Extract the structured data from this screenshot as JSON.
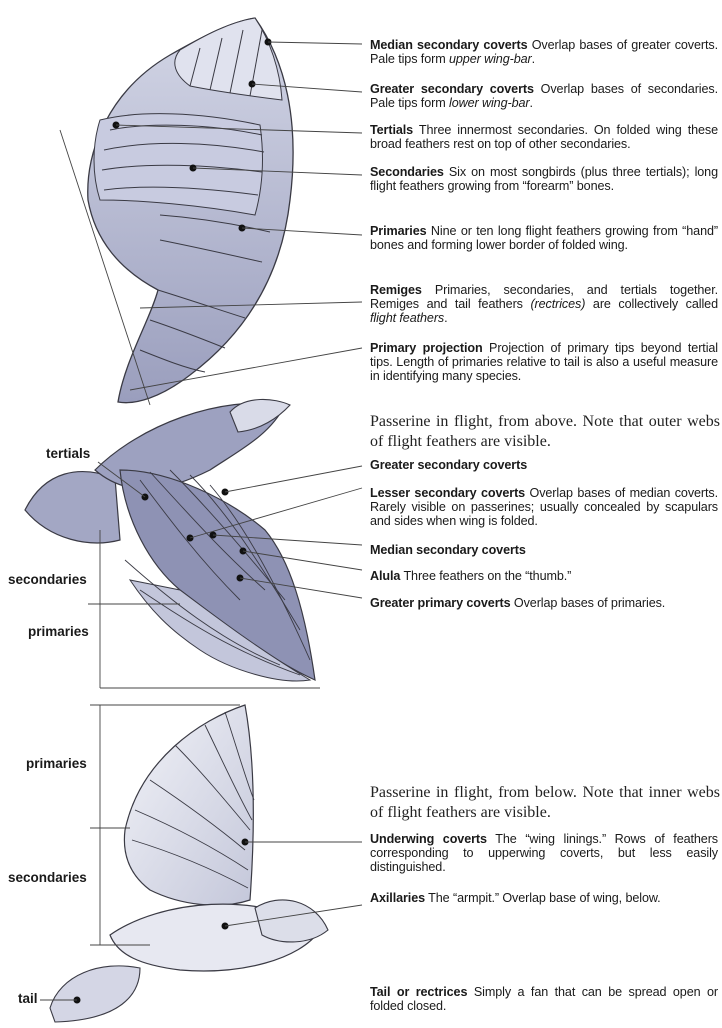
{
  "folded_wing": [
    {
      "name": "Median secondary coverts",
      "text": " Overlap bases of greater coverts. Pale tips form ",
      "em": "upper wing-bar",
      "tail": "."
    },
    {
      "name": "Greater secondary coverts",
      "text": " Overlap bases of secondaries. Pale tips form ",
      "em": "lower wing-bar",
      "tail": "."
    },
    {
      "name": "Tertials",
      "text": " Three innermost secondaries. On folded wing these broad feathers rest on top of other secondaries.",
      "em": "",
      "tail": ""
    },
    {
      "name": "Secondaries",
      "text": " Six on most songbirds (plus three tertials); long flight feathers growing from “forearm” bones.",
      "em": "",
      "tail": ""
    },
    {
      "name": "Primaries",
      "text": " Nine or ten long flight feathers growing from “hand” bones and forming lower border of folded wing.",
      "em": "",
      "tail": ""
    },
    {
      "name": "Remiges",
      "text": " Primaries, secondaries, and tertials together. Remiges and tail feathers ",
      "em": "(rectrices)",
      "tail": " are collectively called ",
      "em2": "flight feathers",
      "tail2": "."
    },
    {
      "name": "Primary projection",
      "text": " Projection of primary tips beyond tertial tips. Length of primaries relative to tail is also a useful measure in identifying many species.",
      "em": "",
      "tail": ""
    }
  ],
  "above": {
    "caption": "Passerine in flight, from above. Note that outer webs of flight feathers are visible.",
    "items": [
      {
        "name": "Greater secondary coverts",
        "text": ""
      },
      {
        "name": "Lesser secondary coverts",
        "text": " Overlap bases of median coverts. Rarely visible on passerines; usually concealed by scapulars and sides when wing is folded."
      },
      {
        "name": "Median secondary coverts",
        "text": ""
      },
      {
        "name": "Alula",
        "text": " Three feathers on the “thumb.”"
      },
      {
        "name": "Greater primary coverts",
        "text": " Overlap bases of primaries."
      }
    ],
    "side_labels": {
      "tertials": "tertials",
      "secondaries": "secondaries",
      "primaries": "primaries"
    }
  },
  "below": {
    "caption": "Passerine in flight, from below. Note that inner webs of flight feathers are visible.",
    "items": [
      {
        "name": "Underwing coverts",
        "text": " The “wing linings.” Rows of feathers corresponding to upperwing coverts, but less easily distinguished."
      },
      {
        "name": "Axillaries",
        "text": " The “armpit.” Overlap base of wing, below."
      },
      {
        "name": "Tail or rectrices",
        "text": " Simply a fan that can be spread open or folded closed."
      }
    ],
    "side_labels": {
      "primaries": "primaries",
      "secondaries": "secondaries",
      "tail": "tail"
    }
  },
  "colors": {
    "feather_fill": "#b9bdd6",
    "feather_dark": "#6f7396",
    "pale": "#e4e6f1",
    "line": "#3a3a44"
  }
}
